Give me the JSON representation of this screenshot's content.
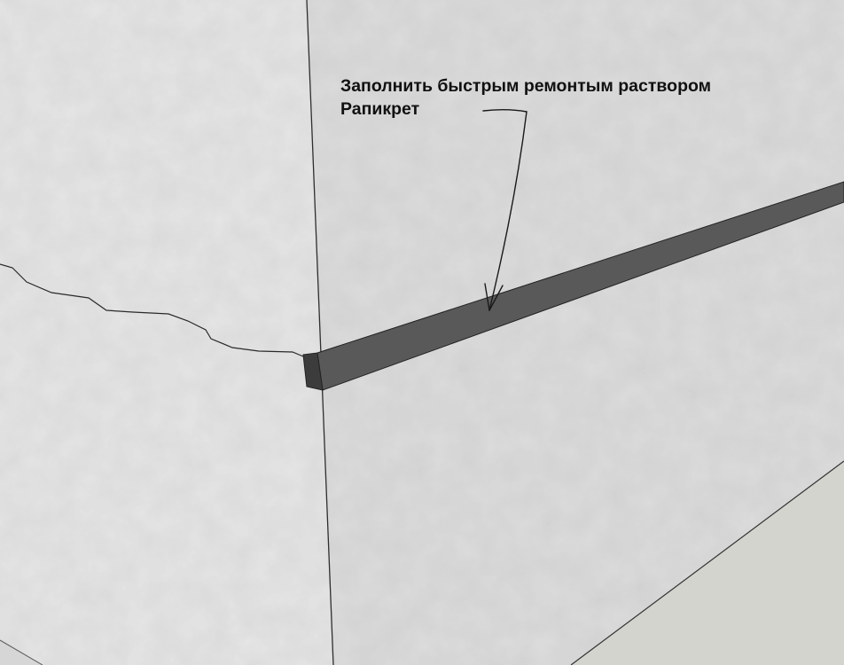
{
  "annotation": {
    "line1": "Заполнить быстрым ремонтым раствором",
    "line2": "Рапикрет"
  },
  "colors": {
    "left_wall": "#e5e5e5",
    "right_wall": "#dcdcdc",
    "floor": "#d3d4ce",
    "filled_crack": "#595959",
    "crack_line": "#2a2a2a",
    "edge_line": "#333333",
    "text": "#111111"
  },
  "icons": {
    "pointer": "hand-drawn-arrow"
  }
}
